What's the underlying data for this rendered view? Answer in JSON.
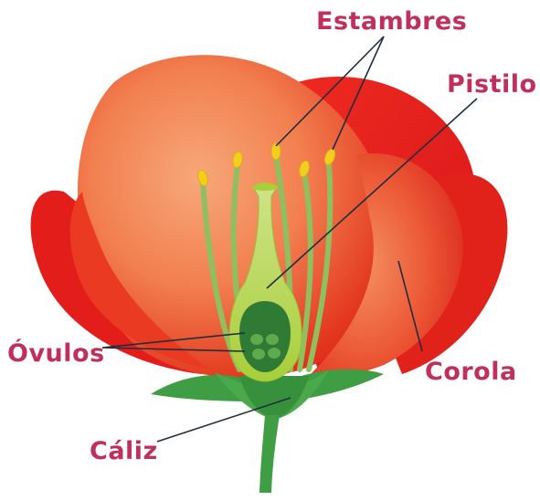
{
  "labels": {
    "estambres": "Estambres",
    "pistilo": "Pistilo",
    "ovulos": "Óvulos",
    "corola": "Corola",
    "caliz": "Cáliz"
  },
  "colors": {
    "label_text": "#c0305c",
    "petal_red": "#e51c1c",
    "petal_orange": "#f59060",
    "sepal_green": "#3f9e44",
    "pistil_light_green": "#b8d84a",
    "ovary_dark_green": "#2f7a34",
    "stamen_filament": "#8fbf5e",
    "anther_yellow": "#f2cf1f",
    "leader_line": "#1f2f3f"
  }
}
